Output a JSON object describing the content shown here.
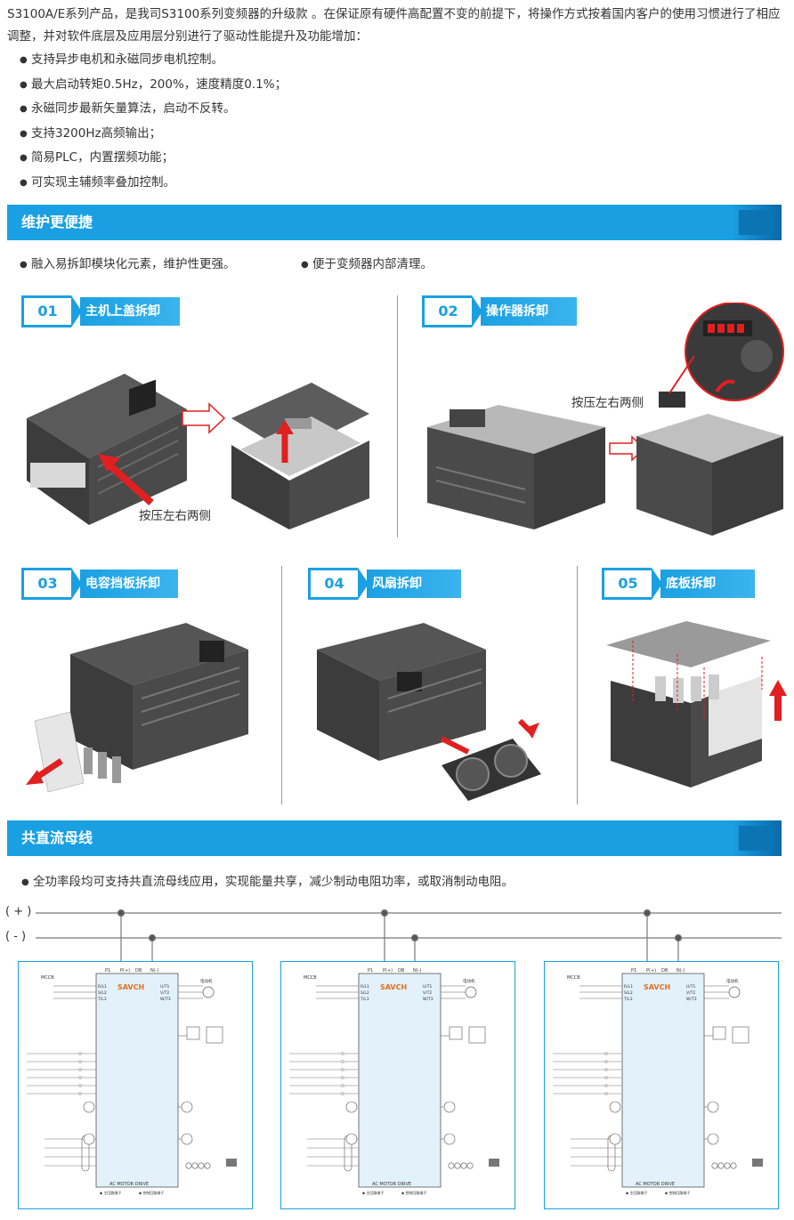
{
  "intro": "S3100A/E系列产品，是我司S3100系列变频器的升级款 。在保证原有硬件高配置不变的前提下，将操作方式按着国内客户的使用习惯进行了相应调整，并对软件底层及应用层分别进行了驱动性能提升及功能增加：",
  "features": [
    "支持异步电机和永磁同步电机控制。",
    "最大启动转矩0.5Hz，200%，速度精度0.1%；",
    "永磁同步最新矢量算法，启动不反转。",
    "支持3200Hz高频输出；",
    "简易PLC，内置摆频功能；",
    "可实现主辅频率叠加控制。"
  ],
  "maintenance": {
    "title": "维护更便捷",
    "points": [
      "融入易拆卸模块化元素，维护性更强。",
      "便于变频器内部清理。"
    ],
    "steps": [
      {
        "num": "01",
        "label": "主机上盖拆卸",
        "caption": "按压左右两侧"
      },
      {
        "num": "02",
        "label": "操作器拆卸",
        "caption": "按压左右两侧"
      },
      {
        "num": "03",
        "label": "电容挡板拆卸"
      },
      {
        "num": "04",
        "label": "风扇拆卸"
      },
      {
        "num": "05",
        "label": "底板拆卸"
      }
    ]
  },
  "dcbus": {
    "title": "共直流母线",
    "point": "全功率段均可支持共直流母线应用，实现能量共享，减少制动电阻功率，或取消制动电阻。",
    "plus_label": "( + )",
    "minus_label": "( - )",
    "drive": {
      "brand": "SAVCH",
      "footer": "AC MOTOR DRIVE",
      "terminals_top": [
        "P1",
        "P(+)",
        "DB",
        "N(-)"
      ],
      "inputs": [
        "R/L1",
        "S/L2",
        "T/L3"
      ],
      "outputs": [
        "U/T1",
        "V/T2",
        "W/T3"
      ],
      "motor": "电动机",
      "mccb": "MCCB",
      "legend_main": "主回路端子",
      "legend_ctrl": "控制回路端子"
    }
  },
  "colors": {
    "accent": "#1aa0e2",
    "arrow_red": "#e02020",
    "device_dark": "#4a4a4a"
  }
}
